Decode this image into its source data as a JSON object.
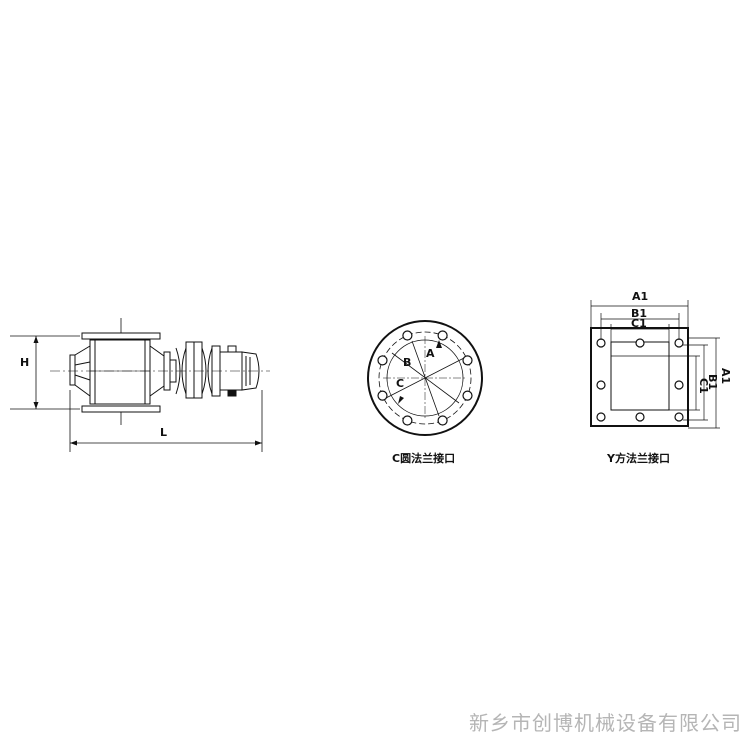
{
  "side_view": {
    "dim_height": "H",
    "dim_length": "L"
  },
  "round_flange": {
    "label_a": "A",
    "label_b": "B",
    "label_c": "C",
    "caption": "C圆法兰接口"
  },
  "square_flange": {
    "label_a1": "A1",
    "label_b1": "B1",
    "label_c1": "C1",
    "label_a1_side": "A1",
    "label_b1_side": "B1",
    "label_c1_side": "C1",
    "caption": "Y方法兰接口"
  },
  "company": "新乡市创博机械设备有限公司"
}
